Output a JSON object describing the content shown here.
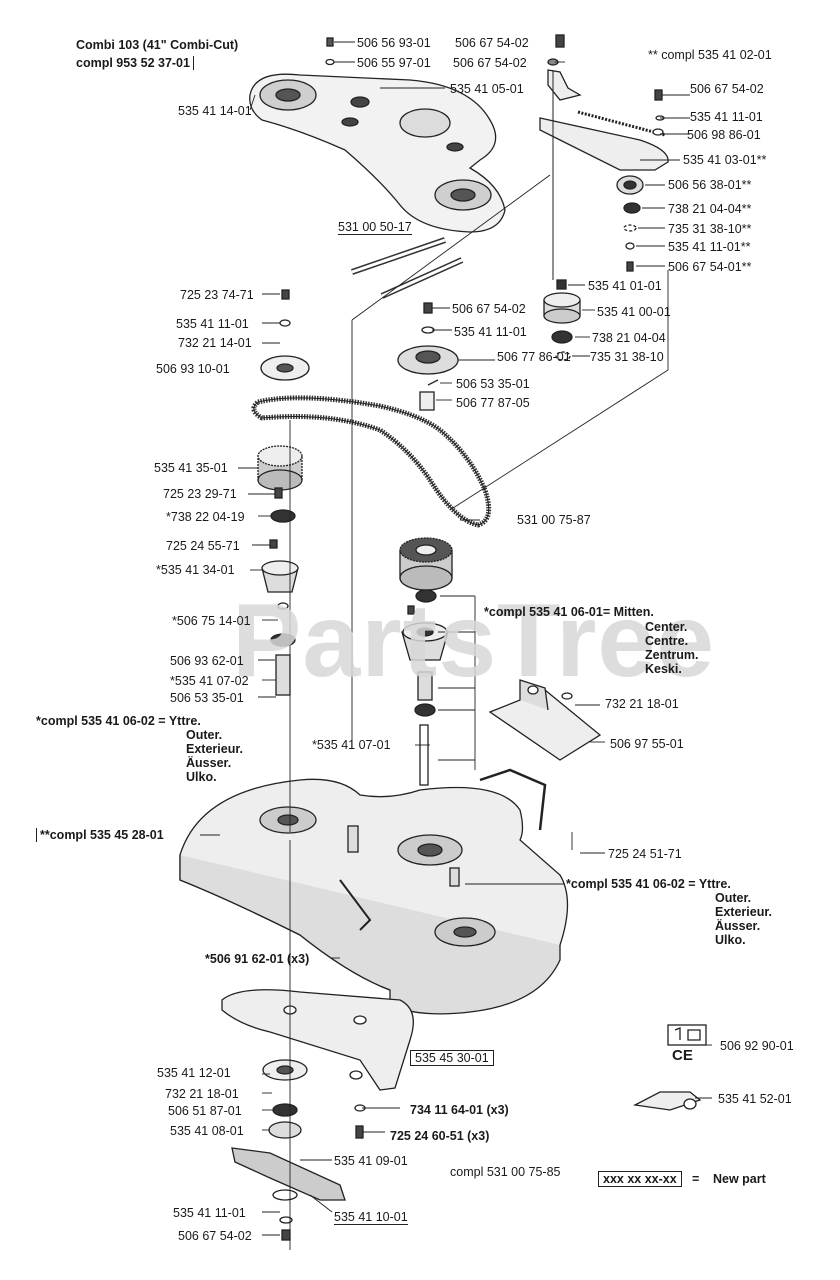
{
  "header": {
    "model": "Combi 103 (41\" Combi-Cut)",
    "compl": "compl 953 52 37-01"
  },
  "watermark": "PartsTree",
  "labels": {
    "p1": "506 56 93-01",
    "p2": "506 67 54-02",
    "p3": "506 55 97-01",
    "p4": "506 67 54-02",
    "p5": "** compl 535 41 02-01",
    "p6": "535 41 14-01",
    "p7": "535 41 05-01",
    "p8": "506 67 54-02",
    "p9": "535 41 11-01",
    "p10": "506 98 86-01",
    "p11": "535 41 03-01**",
    "p12": "506 56 38-01**",
    "p13": "738 21 04-04**",
    "p14": "735 31 38-10**",
    "p15": "535 41 11-01**",
    "p16": "506 67 54-01**",
    "p17": "531 00 50-17",
    "p18": "535 41 01-01",
    "p19": "725 23 74-71",
    "p20": "506 67 54-02",
    "p21": "535 41 00-01",
    "p22": "535 41 11-01",
    "p23": "535 41 11-01",
    "p24": "738 21 04-04",
    "p25": "732 21 14-01",
    "p26": "506 77 86-01",
    "p27": "735 31 38-10",
    "p28": "506 93 10-01",
    "p29": "506 53 35-01",
    "p30": "506 77 87-05",
    "p31": "535 41 35-01",
    "p32": "725 23 29-71",
    "p33": "531 00 75-87",
    "p34": "*738 22 04-19",
    "p35": "725 24 55-71",
    "p36": "*535 41 34-01",
    "p37": "*compl 535 41 06-01= Mitten.",
    "p37b": "Center.",
    "p37c": "Centre.",
    "p37d": "Zentrum.",
    "p37e": "Keski.",
    "p38": "*506 75 14-01",
    "p39": "506 93 62-01",
    "p40": "*535 41 07-02",
    "p41": "506 53 35-01",
    "p42": "732 21 18-01",
    "p43": "*compl 535 41 06-02 = Yttre.",
    "p43b": "Outer.",
    "p43c": "Exterieur.",
    "p43d": "Äusser.",
    "p43e": "Ulko.",
    "p44": "*535 41 07-01",
    "p45": "506 97 55-01",
    "p46": "**compl 535 45 28-01",
    "p47": "725 24 51-71",
    "p48": "*compl 535 41 06-02 = Yttre.",
    "p48b": "Outer.",
    "p48c": "Exterieur.",
    "p48d": "Äusser.",
    "p48e": "Ulko.",
    "p49": "*506 91 62-01 (x3)",
    "p50": "506 92 90-01",
    "p51": "535 45 30-01",
    "p52": "CE",
    "p53": "535 41 12-01",
    "p54": "535 41 52-01",
    "p55": "732 21 18-01",
    "p56": "734 11 64-01 (x3)",
    "p57": "506 51 87-01",
    "p58": "535 41 08-01",
    "p59": "725 24 60-51 (x3)",
    "p60": "535 41 09-01",
    "p61": "compl 531 00 75-85",
    "p62": "xxx xx xx-xx",
    "p63": "=",
    "p64": "New part",
    "p65": "535 41 11-01",
    "p66": "535 41 10-01",
    "p67": "506 67 54-02"
  }
}
